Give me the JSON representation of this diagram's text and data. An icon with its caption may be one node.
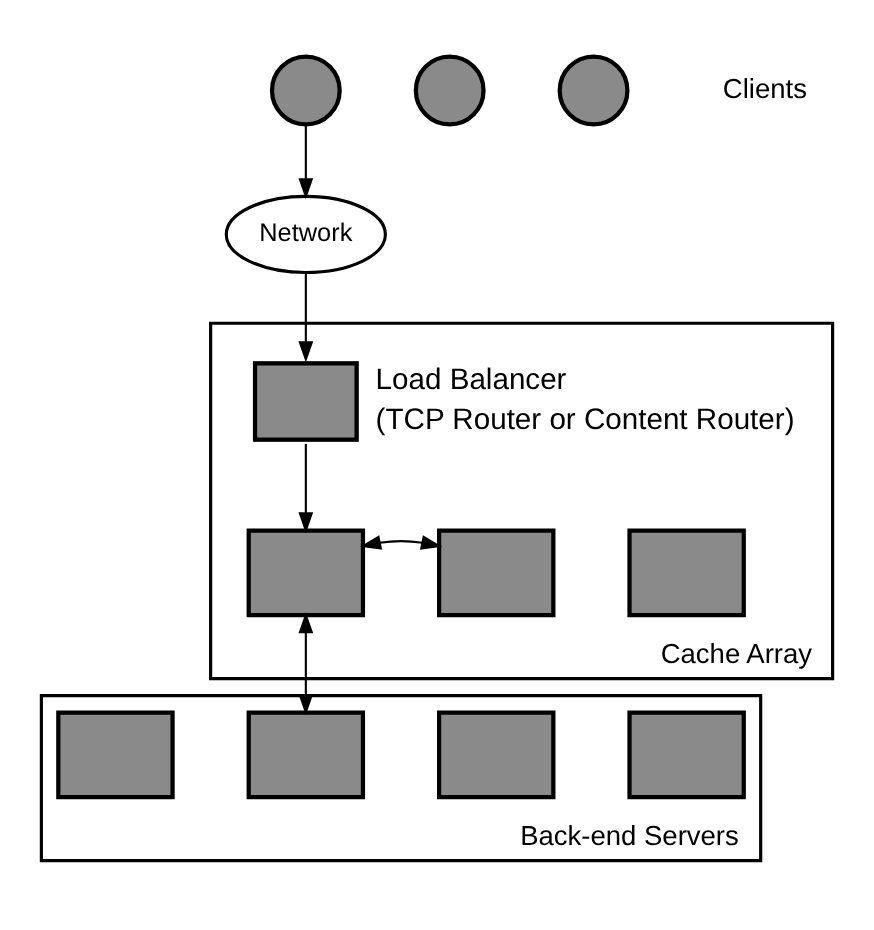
{
  "diagram": {
    "nodes": [
      {
        "text": [],
        "shape": "circle"
      },
      {
        "text": [],
        "shape": "circle"
      },
      {
        "text": [],
        "shape": "circle"
      },
      {
        "text": [
          "Network"
        ]
      },
      {
        "text": [
          "Cache Array"
        ]
      },
      {
        "text": [],
        "shape": "box",
        "in": 4,
        "beside": [
          "Load Balancer",
          "(TCP Router or Content Router)"
        ]
      },
      {
        "text": [],
        "shape": "box",
        "in": 4
      },
      {
        "text": [],
        "shape": "box",
        "in": 4
      },
      {
        "text": [],
        "shape": "box",
        "in": 4
      },
      {
        "text": [
          "Back-end Servers"
        ]
      },
      {
        "text": [],
        "shape": "box",
        "in": 9
      },
      {
        "text": [],
        "shape": "box",
        "in": 9
      },
      {
        "text": [],
        "shape": "box",
        "in": 9
      },
      {
        "text": [],
        "shape": "box",
        "in": 9
      }
    ],
    "edges": [
      {
        "from": 0,
        "to": 3,
        "arrow": "to"
      },
      {
        "from": 3,
        "to": 5,
        "arrow": "to"
      },
      {
        "from": 5,
        "to": 6,
        "arrow": "to"
      },
      {
        "from": 6,
        "to": 7,
        "arrow": "both"
      },
      {
        "from": 6,
        "to": 11,
        "arrow": "both"
      }
    ],
    "labels": [
      "Clients"
    ]
  }
}
